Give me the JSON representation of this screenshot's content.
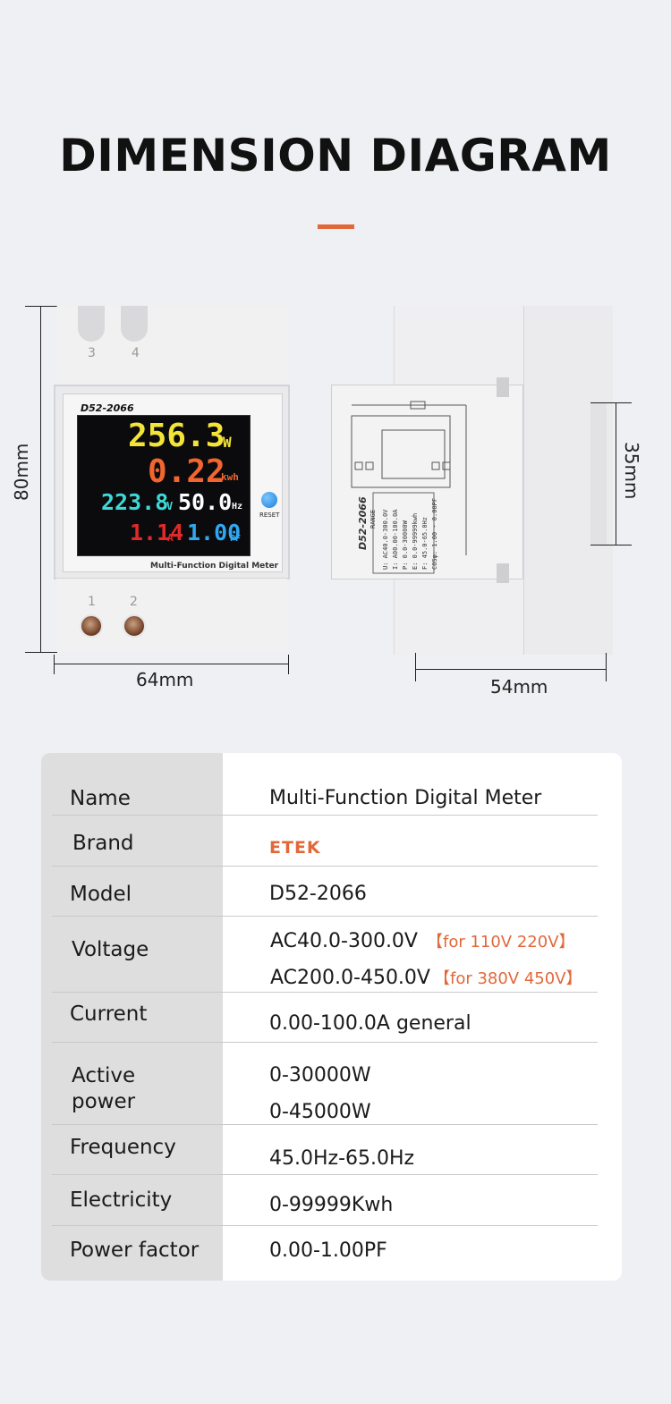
{
  "header": {
    "title": "DIMENSION DIAGRAM"
  },
  "diagram": {
    "height_label": "80mm",
    "width_label": "64mm",
    "depth_label": "54mm",
    "rail_label": "35mm",
    "front": {
      "model": "D52-2066",
      "power": "256.3",
      "power_unit": "W",
      "energy": "0.22",
      "energy_unit": "kwh",
      "voltage": "223.8",
      "voltage_unit": "V",
      "frequency": "50.0",
      "frequency_unit": "Hz",
      "current": "1.14",
      "current_unit": "A",
      "pf": "1.00",
      "pf_unit": "PF",
      "reset_label": "RESET",
      "footer": "Multi-Function Digital Meter",
      "terminals_top": [
        "3",
        "4"
      ],
      "terminals_bottom": [
        "1",
        "2"
      ]
    },
    "side": {
      "model": "D52-2066",
      "range_title": "RANGE",
      "ranges": [
        "U: AC40.0-300.0V",
        "I: A00.00-100.0A",
        "P: 0.0-30000W",
        "E: 0.0-99999kwh",
        "F: 45.0-65.0Hz",
        "COSφ: 1.00 - 0.00PF"
      ]
    }
  },
  "spec_table": {
    "rows": [
      {
        "name": "Name",
        "value": "Multi-Function Digital Meter"
      },
      {
        "name": "Brand",
        "value": "ETEK"
      },
      {
        "name": "Model",
        "value": "D52-2066"
      },
      {
        "name": "Voltage",
        "value": "AC40.0-300.0V",
        "note": "【for 110V 220V】",
        "value2": "AC200.0-450.0V",
        "note2": "【for 380V 450V】"
      },
      {
        "name": "Current",
        "value": "0.00-100.0A general"
      },
      {
        "name": "Active",
        "name2": "power",
        "value": "0-30000W",
        "value2": "0-45000W"
      },
      {
        "name": "Frequency",
        "value": "45.0Hz-65.0Hz"
      },
      {
        "name": "Electricity",
        "value": "0-99999Kwh"
      },
      {
        "name": "Power factor",
        "value": "0.00-1.00PF"
      }
    ]
  },
  "colors": {
    "accent": "#e2683a",
    "label_column": "#dededf",
    "page_bg": "#eef0f3"
  }
}
